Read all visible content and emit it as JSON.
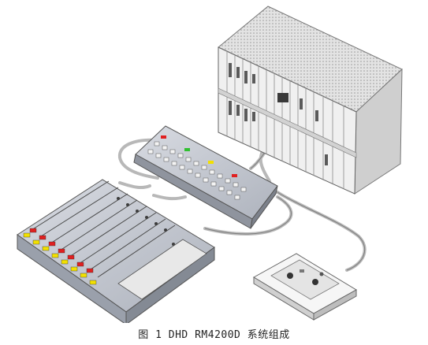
{
  "figure": {
    "caption": "图 1 DHD RM4200D 系统组成"
  },
  "colors": {
    "rack_face": "#ececec",
    "rack_top": "#d9d9d9",
    "rack_side": "#c8c8c8",
    "console_body": "#c9ccd3",
    "console_front": "#9aa0ab",
    "cable": "#b5b5b5",
    "key_yellow": "#f2e000",
    "key_red": "#e02020",
    "key_green": "#30c030"
  },
  "icons": [
    "audio-rack-frame",
    "mixing-console",
    "button-panel",
    "remote-control-box",
    "connection-cable"
  ]
}
